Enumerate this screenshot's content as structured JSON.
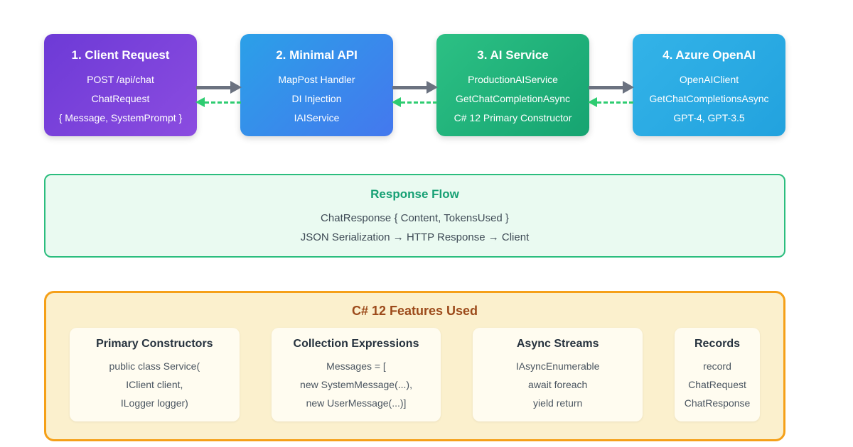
{
  "pipeline": {
    "forward_arrow_color": "#6b7280",
    "return_arrow_color": "#2ecc71",
    "stages": [
      {
        "title": "1. Client Request",
        "lines": [
          "POST /api/chat",
          "ChatRequest",
          "{ Message, SystemPrompt }"
        ],
        "gradient_start": "#6d3ad6",
        "gradient_end": "#8b4ce0"
      },
      {
        "title": "2. Minimal API",
        "lines": [
          "MapPost Handler",
          "DI Injection",
          "IAIService"
        ],
        "gradient_start": "#2ba0e8",
        "gradient_end": "#4478ee"
      },
      {
        "title": "3. AI Service",
        "lines": [
          "ProductionAIService",
          "GetChatCompletionAsync",
          "C# 12 Primary Constructor"
        ],
        "gradient_start": "#2cc084",
        "gradient_end": "#16a471"
      },
      {
        "title": "4. Azure OpenAI",
        "lines": [
          "OpenAIClient",
          "GetChatCompletionsAsync",
          "GPT-4, GPT-3.5"
        ],
        "gradient_start": "#33b3e8",
        "gradient_end": "#22a2de"
      }
    ]
  },
  "response_flow": {
    "title": "Response Flow",
    "accent_color": "#16a074",
    "border_color": "#2bbd7e",
    "background_color": "#eafaf1",
    "lines": [
      "ChatResponse { Content, TokensUsed }",
      "JSON Serialization → HTTP Response → Client"
    ]
  },
  "features": {
    "title": "C# 12 Features Used",
    "accent_color": "#9c4a1a",
    "border_color": "#f5a018",
    "background_color": "#fbf0cd",
    "cards": [
      {
        "title": "Primary Constructors",
        "lines": [
          "public class Service(",
          "IClient client,",
          "ILogger logger)"
        ]
      },
      {
        "title": "Collection Expressions",
        "lines": [
          "Messages = [",
          "new SystemMessage(...),",
          "new UserMessage(...)]"
        ]
      },
      {
        "title": "Async Streams",
        "lines": [
          "IAsyncEnumerable",
          "await foreach",
          "yield return"
        ]
      },
      {
        "title": "Records",
        "lines": [
          "record",
          "ChatRequest",
          "ChatResponse"
        ]
      }
    ]
  }
}
